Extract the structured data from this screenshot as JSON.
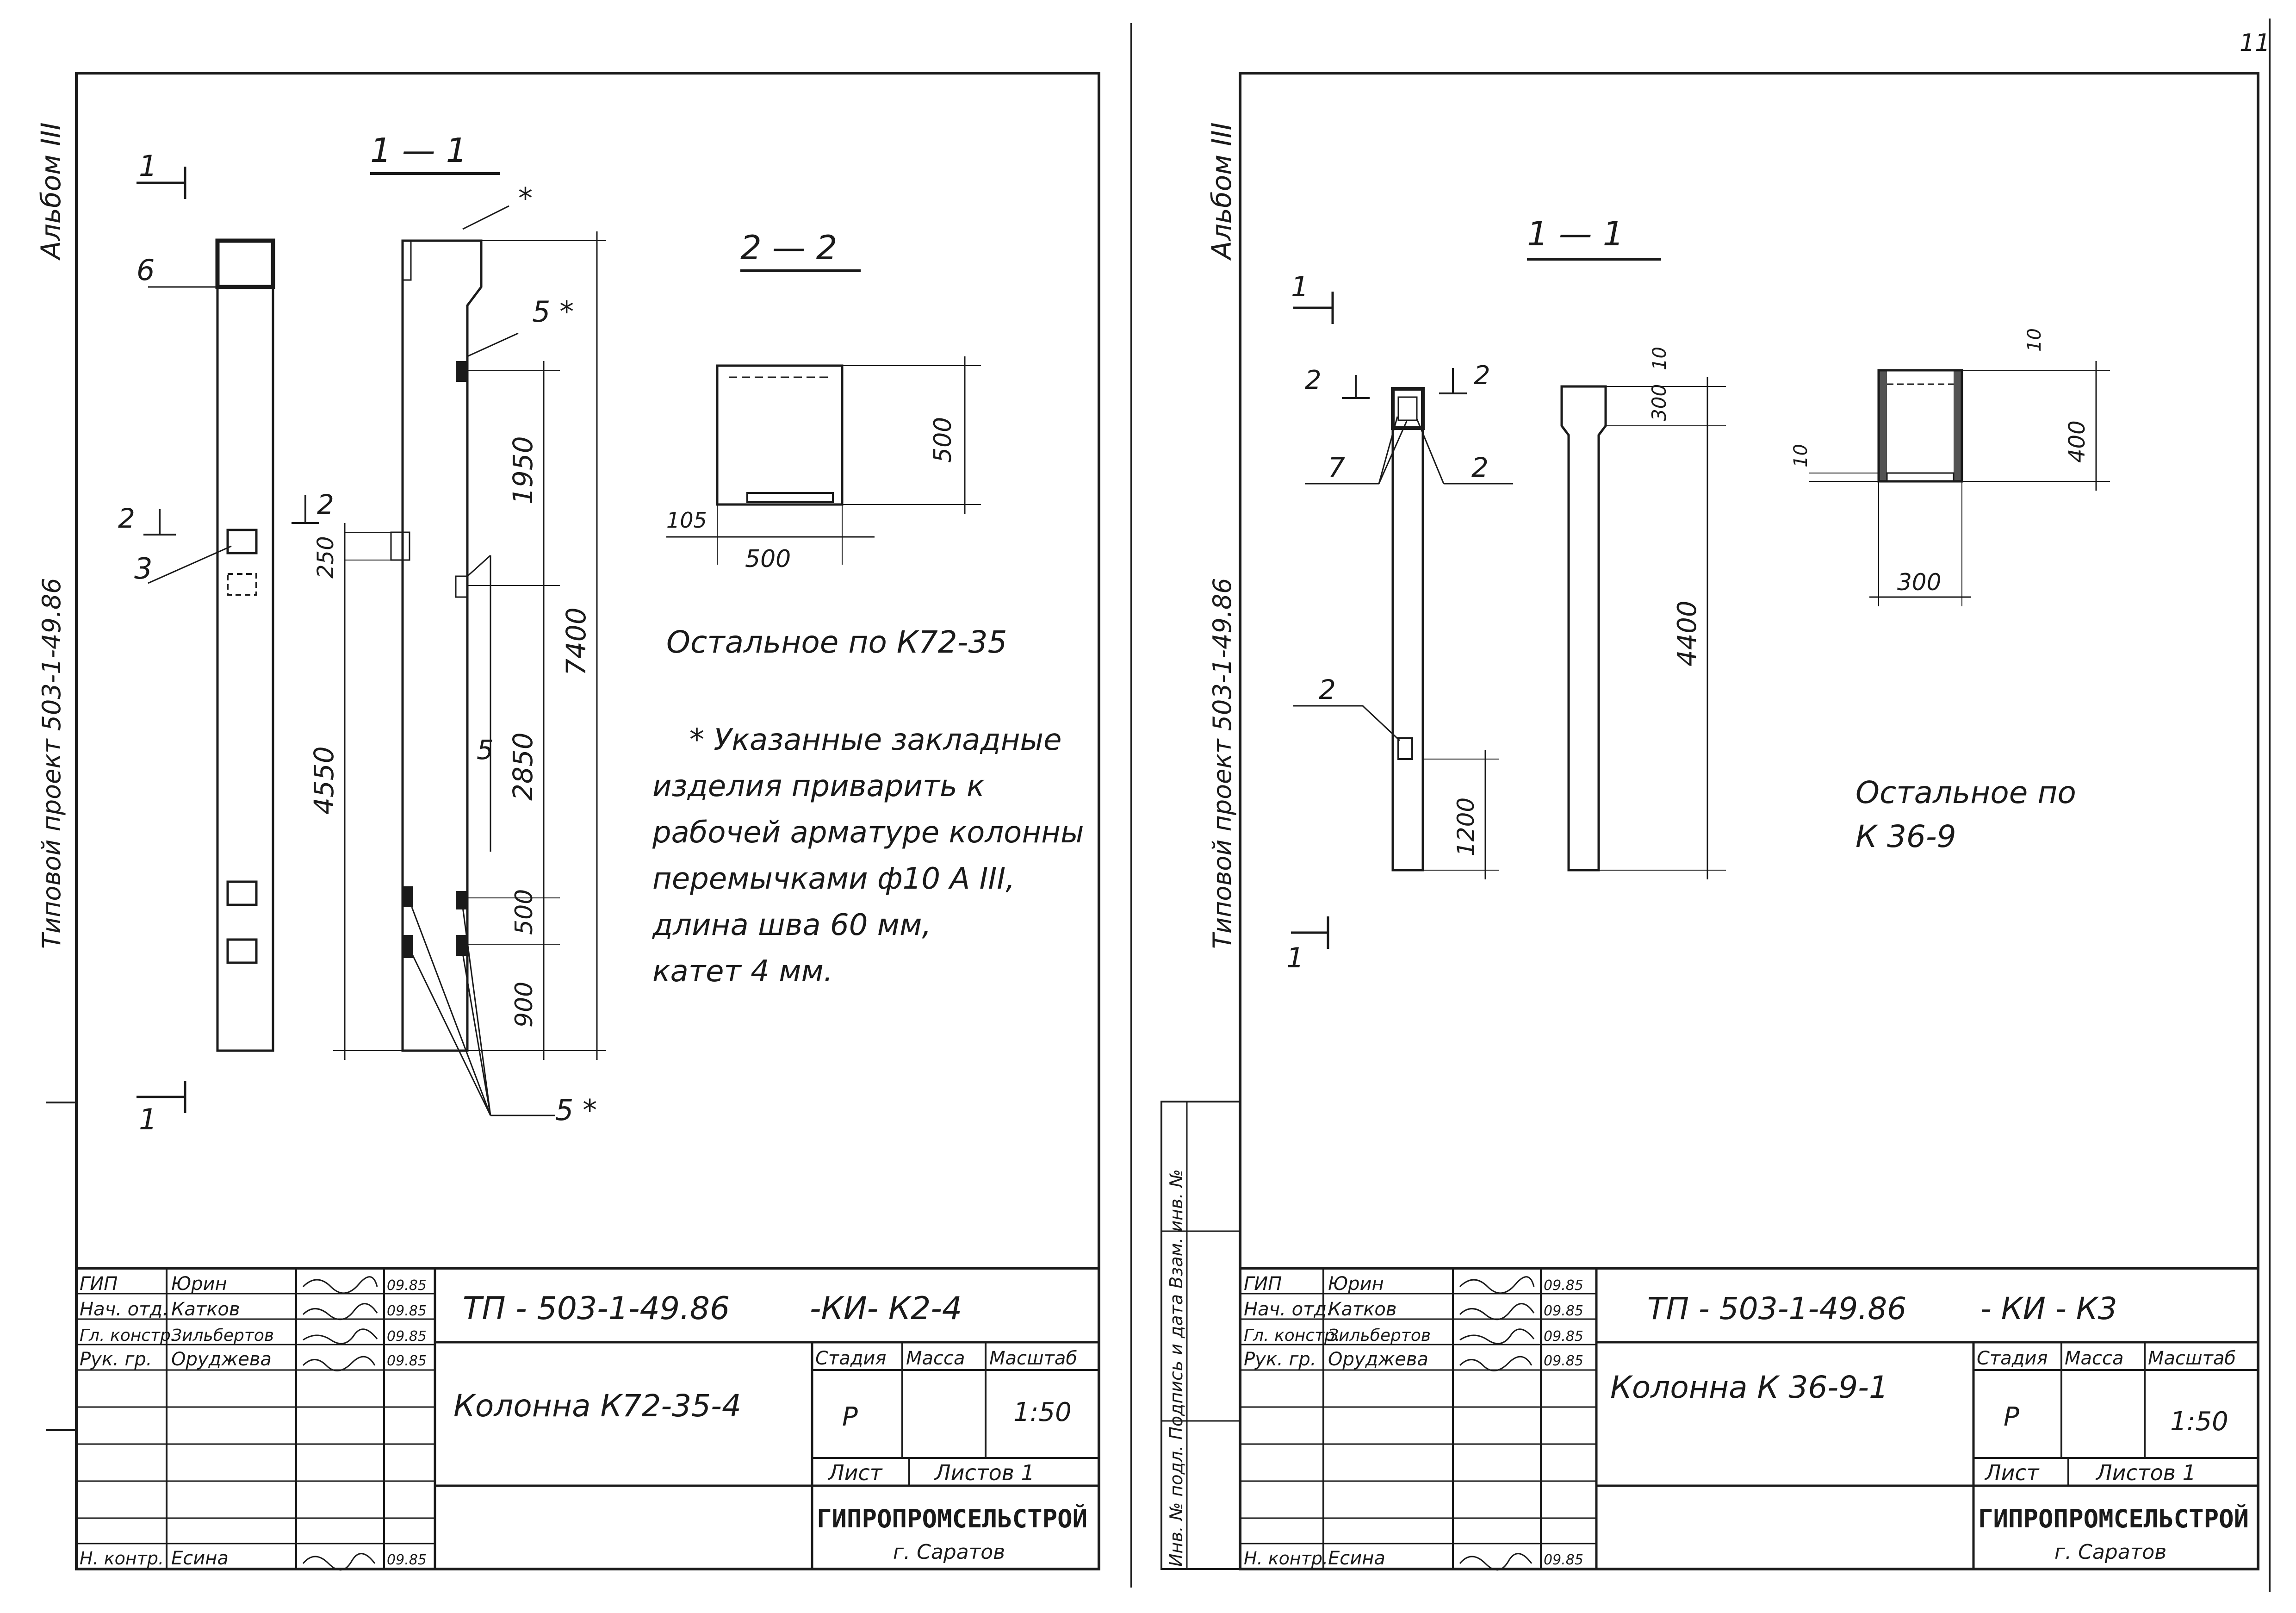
{
  "page_number": "11",
  "left_sheet": {
    "margin": {
      "album": "Альбом III",
      "project": "Типовой проект 503-1-49.86"
    },
    "section_labels": {
      "s11": "1 — 1",
      "s22": "2 — 2",
      "cut1": "1",
      "cut2": "2"
    },
    "leaders": {
      "l6": "6",
      "l3": "3",
      "l5star": "5 *",
      "star": "*",
      "l5": "5"
    },
    "dims": {
      "d1950": "1950",
      "d2850": "2850",
      "d7400": "7400",
      "d4550": "4550",
      "d250": "250",
      "d500v": "500",
      "d900": "900",
      "d500s": "500",
      "d500h": "500",
      "d105": "105"
    },
    "note_rest": "Остальное по К72-35",
    "note_lines": [
      "* Указанные закладные",
      "изделия приварить к",
      "рабочей арматуре колонны",
      "перемычками ф10 А III,",
      "длина шва 60 мм,",
      "катет 4 мм."
    ],
    "stamp": {
      "rows": [
        {
          "role": "ГИП",
          "name": "Юрин",
          "date": "09.85"
        },
        {
          "role": "Нач. отд.",
          "name": "Катков",
          "date": "09.85"
        },
        {
          "role": "Гл. констр.",
          "name": "Зильбертов",
          "date": "09.85"
        },
        {
          "role": "Рук. гр.",
          "name": "Оруджева",
          "date": "09.85"
        },
        {
          "role": "Н. контр.",
          "name": "Есина",
          "date": "09.85"
        }
      ],
      "code": "ТП - 503-1-49.86",
      "code_suffix": "-КИ- К2-4",
      "title": "Колонна К72-35-4",
      "stage_h": "Стадия",
      "mass_h": "Масса",
      "scale_h": "Масштаб",
      "stage": "Р",
      "scale": "1:50",
      "sheet": "Лист",
      "sheets": "Листов 1",
      "org": "ГИПРОПРОМСЕЛЬСТРОЙ",
      "city": "г. Саратов"
    }
  },
  "right_sheet": {
    "margin": {
      "album": "Альбом III",
      "project": "Типовой проект 503-1-49.86",
      "side": "Инв. № подл.   Подпись и дата   Взам. инв. №"
    },
    "section_labels": {
      "s11": "1 — 1",
      "cut1": "1",
      "cut2": "2"
    },
    "leaders": {
      "l7": "7",
      "l2a": "2",
      "l2b": "2"
    },
    "dims": {
      "d10a": "10",
      "d300v": "300",
      "d4400": "4400",
      "d1200": "1200",
      "d10b": "10",
      "d400": "400",
      "d10c": "10",
      "d300h": "300"
    },
    "note_rest": "Остальное по",
    "note_rest2": "К 36-9",
    "stamp": {
      "rows": [
        {
          "role": "ГИП",
          "name": "Юрин",
          "date": "09.85"
        },
        {
          "role": "Нач. отд.",
          "name": "Катков",
          "date": "09.85"
        },
        {
          "role": "Гл. констр.",
          "name": "Зильбертов",
          "date": "09.85"
        },
        {
          "role": "Рук. гр.",
          "name": "Оруджева",
          "date": "09.85"
        },
        {
          "role": "Н. контр.",
          "name": "Есина",
          "date": "09.85"
        }
      ],
      "code": "ТП - 503-1-49.86",
      "code_suffix": "- КИ - К3",
      "title": "Колонна К 36-9-1",
      "stage_h": "Стадия",
      "mass_h": "Масса",
      "scale_h": "Масштаб",
      "stage": "Р",
      "scale": "1:50",
      "sheet": "Лист",
      "sheets": "Листов 1",
      "org": "ГИПРОПРОМСЕЛЬСТРОЙ",
      "city": "г. Саратов"
    }
  }
}
